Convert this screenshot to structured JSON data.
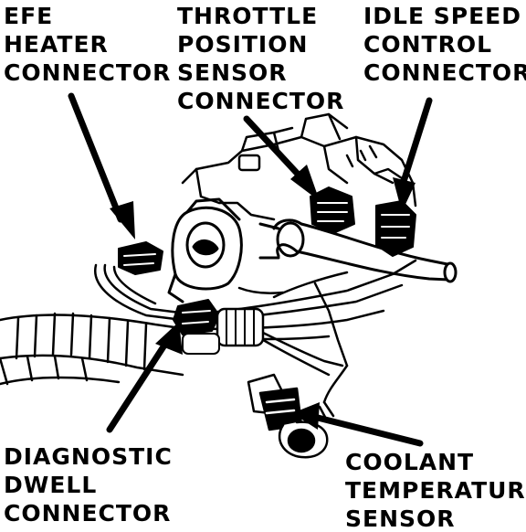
{
  "labels": {
    "efe": [
      "EFE",
      "HEATER",
      "CONNECTOR"
    ],
    "tps": [
      "THROTTLE",
      "POSITION",
      "SENSOR",
      "CONNECTOR"
    ],
    "isc": [
      "IDLE SPEED",
      "CONTROL",
      "CONNECTOR"
    ],
    "diag": [
      "DIAGNOSTIC",
      "DWELL",
      "CONNECTOR"
    ],
    "coolant": [
      "COOLANT",
      "TEMPERATURE",
      "SENSOR"
    ]
  },
  "colors": {
    "ink": "#000000",
    "paper": "#ffffff"
  }
}
